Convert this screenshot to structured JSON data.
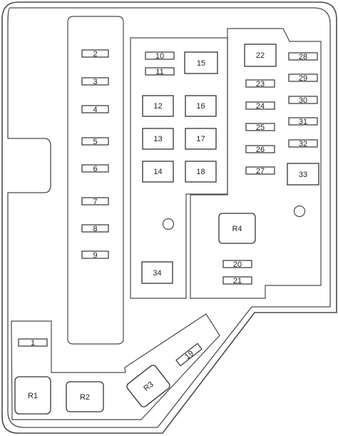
{
  "diagram": {
    "mini_fuses": [
      "1",
      "2",
      "3",
      "4",
      "5",
      "6",
      "7",
      "8",
      "9",
      "10",
      "11",
      "20",
      "21",
      "23",
      "24",
      "25",
      "26",
      "27",
      "28",
      "29",
      "30",
      "31",
      "32"
    ],
    "jcase_fuses": [
      "12",
      "13",
      "14",
      "15",
      "16",
      "17",
      "18",
      "22",
      "33",
      "34"
    ],
    "relays": [
      "R1",
      "R2",
      "R3",
      "R4"
    ],
    "rotated_fuse": "19"
  }
}
